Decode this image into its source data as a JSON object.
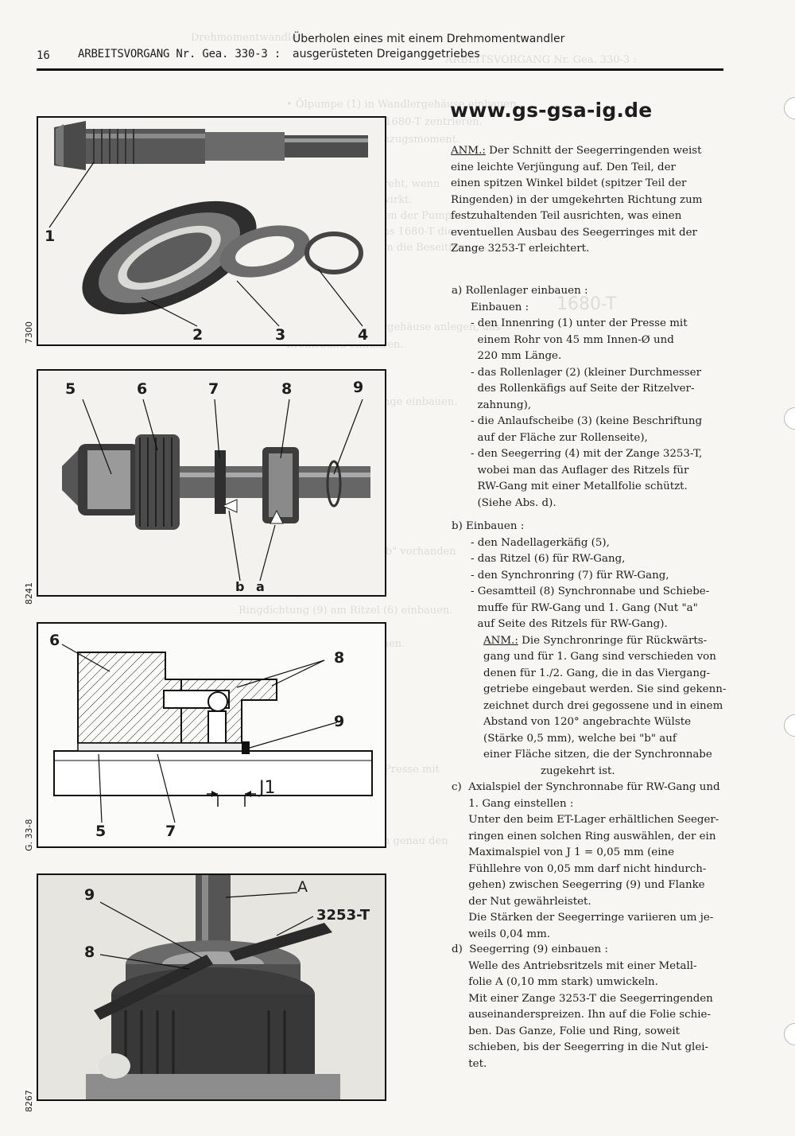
{
  "header": {
    "page_number": "16",
    "left": "ARBEITSVORGANG Nr. Gea. 330-3 :",
    "title_line1": "Überholen eines mit einem Drehmomentwandler",
    "title_line2": "ausgerüsteten Dreiganggetriebes"
  },
  "website": "www.gs-gsa-ig.de",
  "figure_codes": [
    "7300",
    "8241",
    "G. 33-8",
    "8267"
  ],
  "fig1": {
    "labels": [
      "1",
      "2",
      "3",
      "4"
    ]
  },
  "fig2": {
    "labels": [
      "5",
      "6",
      "7",
      "8",
      "9",
      "b",
      "a"
    ]
  },
  "fig3": {
    "labels": [
      "6",
      "8",
      "9",
      "J1",
      "5",
      "7"
    ]
  },
  "fig4": {
    "labels": [
      "A",
      "9",
      "3253-T",
      "8"
    ]
  },
  "text": {
    "anm_label": "ANM.:",
    "anm_lines": [
      "Der Schnitt der  Seegerringenden weist",
      "eine leichte Verjüngung auf. Den Teil, der",
      "einen spitzen Winkel bildet (spitzer Teil der",
      "Ringenden) in der umgekehrten Richtung zum",
      "festzuhaltenden Teil ausrichten, was einen",
      "eventuellen Ausbau des Seegerringes mit der",
      "Zange 3253-T erleichtert."
    ],
    "a_heading": "a) Rollenlager einbauen :",
    "a_sub": "Einbauen :",
    "a_items": [
      "- den Innenring (1) unter der Presse mit",
      "  einem Rohr von 45 mm Innen-Ø und",
      "  220 mm Länge.",
      "- das Rollenlager (2) (kleiner Durchmesser",
      "  des Rollenkäfigs auf Seite der Ritzelver-",
      "  zahnung),",
      "- die Anlaufscheibe (3) (keine Beschriftung",
      "  auf der Fläche zur Rollenseite),",
      "- den Seegerring (4) mit der Zange 3253-T,",
      "  wobei man das Auflager des Ritzels für",
      "  RW-Gang mit einer Metallfolie schützt.",
      "  (Siehe Abs. d)."
    ],
    "b_heading": "b) Einbauen :",
    "b_items": [
      "- den Nadellagerkäfig (5),",
      "- das Ritzel (6) für RW-Gang,",
      "- den Synchronring (7) für RW-Gang,",
      "- Gesamtteil (8) Synchronnabe und Schiebe-",
      "  muffe für RW-Gang und 1. Gang (Nut \"a\"",
      "  auf Seite des Ritzels für RW-Gang)."
    ],
    "b_anm_label": "ANM.:",
    "b_anm_first": " Die Synchronringe für Rückwärts-",
    "b_anm_lines": [
      "gang und für 1. Gang sind verschieden von",
      "denen für 1./2. Gang, die in das Viergang-",
      "getriebe eingebaut werden. Sie sind gekenn-",
      "zeichnet durch drei gegossene und in einem",
      "Abstand von 120° angebrachte Wülste",
      "(Stärke 0,5 mm), welche bei \"b\" auf",
      "einer Fläche sitzen, die der Synchronnabe",
      "zugekehrt ist."
    ],
    "c_lines": [
      "c)  Axialspiel der Synchronnabe für RW-Gang und",
      "     1. Gang einstellen :",
      "     Unter den beim ET-Lager erhältlichen Seeger-",
      "     ringen einen solchen Ring auswählen, der ein",
      "     Maximalspiel von J 1 = 0,05 mm (eine",
      "     Fühllehre von 0,05 mm darf nicht hindurch-",
      "     gehen) zwischen Seegerring (9) und Flanke",
      "     der Nut gewährleistet.",
      "     Die Stärken der Seegerringe variieren um je-",
      "     weils 0,04 mm."
    ],
    "d_lines": [
      "d)  Seegerring (9) einbauen :",
      "     Welle des Antriebsritzels mit einer Metall-",
      "     folie A (0,10 mm stark) umwickeln.",
      "     Mit einer Zange 3253-T die Seegerringenden",
      "     auseinanderspreizen. Ihn auf die Folie schie-",
      "     ben. Das Ganze, Folie und Ring, soweit",
      "     schieben, bis der Seegerring in die Nut glei-",
      "     tet."
    ]
  }
}
